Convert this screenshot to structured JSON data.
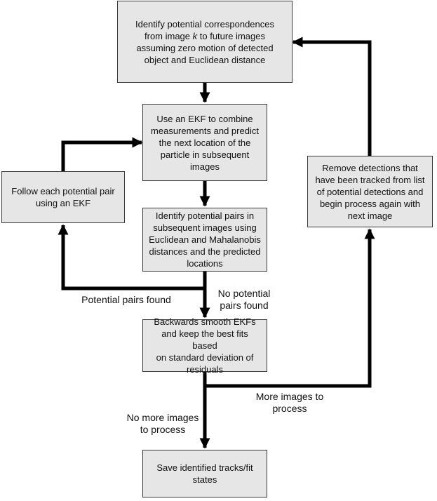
{
  "nodes": {
    "identify_correspondences": {
      "before": "Identify potential correspondences\nfrom image ",
      "italic": "k",
      "after": " to future images\nassuming zero motion of detected\nobject and Euclidean distance"
    },
    "ekf_combine": "Use an EKF to combine\nmeasurements and predict\nthe next location of the\nparticle in subsequent\nimages",
    "follow_pair": "Follow each potential pair\nusing an EKF",
    "identify_pairs": "Identify potential pairs in\nsubsequent images using\nEuclidean and Mahalanobis\ndistances and the predicted\nlocations",
    "backwards_smooth": "Backwards smooth EKFs\nand keep the best fits based\non standard deviation of\nresiduals",
    "remove_detections": "Remove detections that\nhave been tracked from list\nof potential detections and\nbegin process again with\nnext image",
    "save_tracks": "Save identified tracks/fit\nstates"
  },
  "edge_labels": {
    "potential_pairs_found": "Potential pairs found",
    "no_potential_pairs_found": "No potential\npairs found",
    "more_images": "More images to\nprocess",
    "no_more_images": "No more images\nto process"
  },
  "colors": {
    "box_fill": "#e6e6e6",
    "box_border": "#3a3a3a",
    "arrow": "#000000"
  }
}
